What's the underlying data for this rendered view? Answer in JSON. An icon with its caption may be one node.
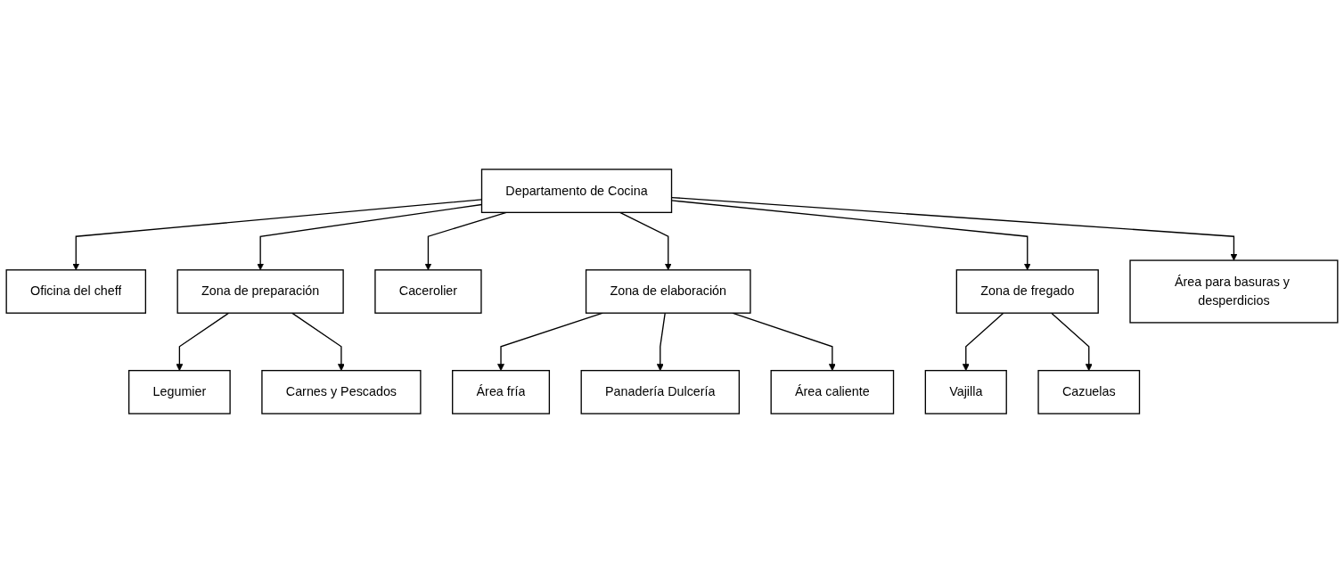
{
  "diagram": {
    "nodes": [
      {
        "text": [
          "Departamento de Cocina"
        ]
      },
      {
        "text": [
          "Oficina del cheff"
        ]
      },
      {
        "text": [
          "Zona de preparación"
        ]
      },
      {
        "text": [
          "Cacerolier"
        ]
      },
      {
        "text": [
          "Zona de elaboración"
        ]
      },
      {
        "text": [
          "Zona de fregado"
        ]
      },
      {
        "text": [
          "Legumier"
        ]
      },
      {
        "text": [
          "Carnes y Pescados"
        ]
      },
      {
        "text": [
          "Área fría"
        ]
      },
      {
        "text": [
          "Panadería Dulcería"
        ]
      },
      {
        "text": [
          "Área caliente"
        ]
      },
      {
        "text": [
          "Vajilla"
        ]
      },
      {
        "text": [
          "Cazuelas"
        ]
      },
      {
        "text": [
          "Área para basuras y desperdicios"
        ]
      }
    ],
    "edges": [
      {
        "from": 0,
        "to": 1,
        "arrow": "to"
      },
      {
        "from": 0,
        "to": 2,
        "arrow": "to"
      },
      {
        "from": 0,
        "to": 3,
        "arrow": "to"
      },
      {
        "from": 0,
        "to": 4,
        "arrow": "to"
      },
      {
        "from": 0,
        "to": 5,
        "arrow": "to"
      },
      {
        "from": 0,
        "to": 13,
        "arrow": "to"
      },
      {
        "from": 2,
        "to": 6,
        "arrow": "to"
      },
      {
        "from": 2,
        "to": 7,
        "arrow": "to"
      },
      {
        "from": 4,
        "to": 8,
        "arrow": "to"
      },
      {
        "from": 4,
        "to": 9,
        "arrow": "to"
      },
      {
        "from": 4,
        "to": 10,
        "arrow": "to"
      },
      {
        "from": 5,
        "to": 11,
        "arrow": "to"
      },
      {
        "from": 5,
        "to": 12,
        "arrow": "to"
      }
    ]
  }
}
